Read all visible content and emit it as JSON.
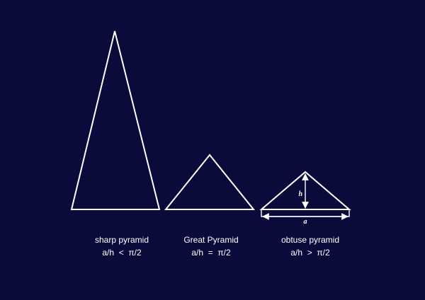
{
  "pyramids": [
    {
      "name": "sharp pyramid",
      "relation": "a/h  <  π/2"
    },
    {
      "name": "Great Pyramid",
      "relation": "a/h  =  π/2"
    },
    {
      "name": "obtuse pyramid",
      "relation": "a/h  >  π/2"
    }
  ],
  "dimensions": {
    "height": "h",
    "base": "a"
  },
  "colors": {
    "background": "#0a0b3a",
    "stroke": "#ffffff"
  }
}
